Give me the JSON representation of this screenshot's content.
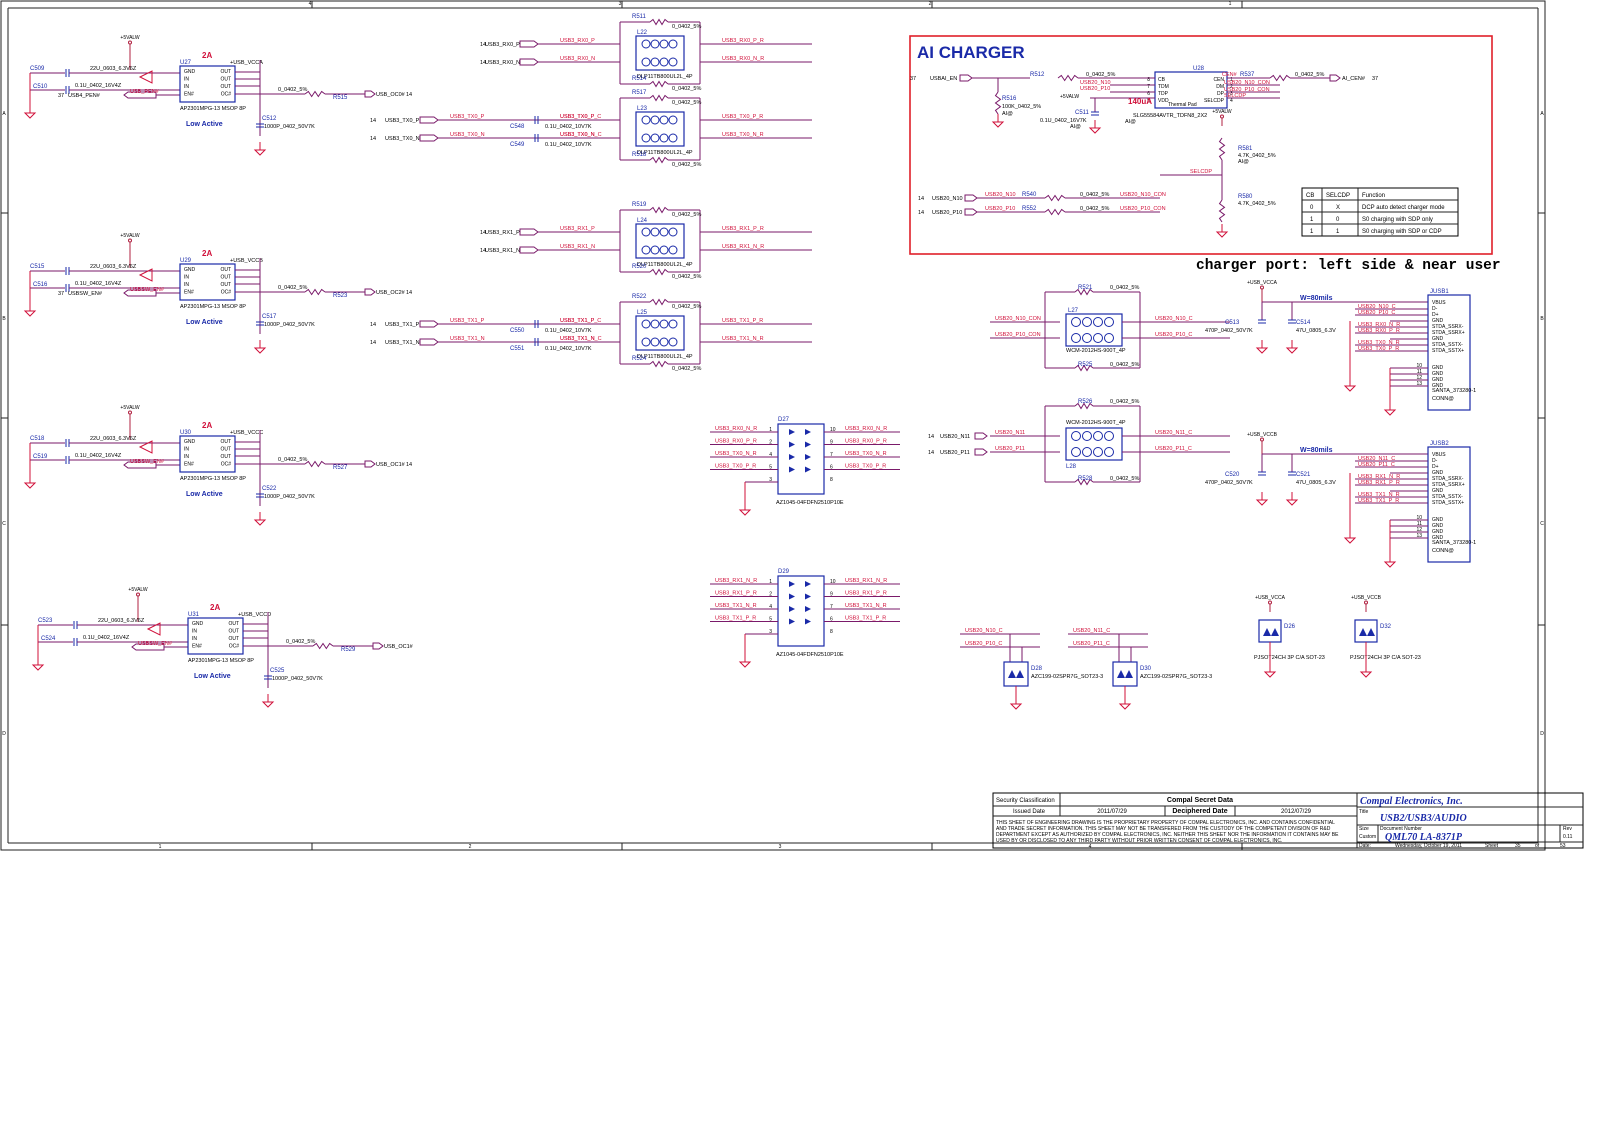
{
  "sheet": {
    "border_ticks_top": [
      "4",
      "3",
      "2",
      "1"
    ],
    "border_rows": [
      "A",
      "B",
      "C",
      "D"
    ],
    "border_cols_bottom": [
      "1",
      "2",
      "3",
      "4"
    ]
  },
  "switches": [
    {
      "ref": "U27",
      "rating": "2A",
      "part": "AP2301MPG-13 MSOP 8P",
      "mode": "Low Active",
      "supply": "+5VALW",
      "out": "+USB_VCCA",
      "cap_in": "C509",
      "cap_in_val": "22U_0603_6.3V6Z",
      "cap_in2": "C510",
      "cap_in2_val": "0.1U_0402_16V4Z",
      "en_net": "USB_PEN#",
      "en_net2": "USB4_PEN#",
      "en_sheet": "37",
      "pins": [
        "GND",
        "IN",
        "IN",
        "EN#",
        "OUT",
        "OUT",
        "OUT",
        "OC#"
      ],
      "res": "R515",
      "res_val": "0_0402_5%",
      "oc_net": "USB_OC0#",
      "oc_sheet": "14",
      "cap_out": "C512",
      "cap_out_val": "1000P_0402_50V7K"
    },
    {
      "ref": "U29",
      "rating": "2A",
      "part": "AP2301MPG-13 MSOP 8P",
      "mode": "Low Active",
      "supply": "+5VALW",
      "out": "+USB_VCCB",
      "cap_in": "C515",
      "cap_in_val": "22U_0603_6.3V6Z",
      "cap_in2": "C516",
      "cap_in2_val": "0.1U_0402_16V4Z",
      "en_net": "USBSW_EN#",
      "en_net2": "USBSW_EN#",
      "en_sheet": "37",
      "pins": [
        "GND",
        "IN",
        "IN",
        "EN#",
        "OUT",
        "OUT",
        "OUT",
        "OC#"
      ],
      "res": "R523",
      "res_val": "0_0402_5%",
      "oc_net": "USB_OC2#",
      "oc_sheet": "14",
      "cap_out": "C517",
      "cap_out_val": "1000P_0402_50V7K"
    },
    {
      "ref": "U30",
      "rating": "2A",
      "part": "AP2301MPG-13 MSOP 8P",
      "mode": "Low Active",
      "supply": "+5VALW",
      "out": "+USB_VCCC",
      "cap_in": "C518",
      "cap_in_val": "22U_0603_6.3V6Z",
      "cap_in2": "C519",
      "cap_in2_val": "0.1U_0402_16V4Z",
      "en_net": "USBSW_EN#",
      "en_net2": "",
      "en_sheet": "",
      "pins": [
        "GND",
        "IN",
        "IN",
        "EN#",
        "OUT",
        "OUT",
        "OUT",
        "OC#"
      ],
      "res": "R527",
      "res_val": "0_0402_5%",
      "oc_net": "USB_OC1#",
      "oc_sheet": "14",
      "cap_out": "C522",
      "cap_out_val": "1000P_0402_50V7K"
    },
    {
      "ref": "U31",
      "rating": "2A",
      "part": "AP2301MPG-13 MSOP 8P",
      "mode": "Low Active",
      "supply": "+5VALW",
      "out": "+USB_VCCD",
      "cap_in": "C523",
      "cap_in_val": "22U_0603_6.3V6Z",
      "cap_in2": "C524",
      "cap_in2_val": "0.1U_0402_16V4Z",
      "en_net": "USBSW_EN#",
      "en_net2": "",
      "en_sheet": "",
      "pins": [
        "GND",
        "IN",
        "IN",
        "EN#",
        "OUT",
        "OUT",
        "OUT",
        "OC#"
      ],
      "res": "R529",
      "res_val": "0_0402_5%",
      "oc_net": "USB_OC1#",
      "oc_sheet": "",
      "cap_out": "C525",
      "cap_out_val": "1000P_0402_50V7K"
    }
  ],
  "chokes": [
    {
      "ref": "L22",
      "part": "DLP11TB800UL2L_4P",
      "r_top": "R511",
      "r_top_val": "0_0402_5%",
      "r_bot": "R514",
      "r_bot_val": "0_0402_5%",
      "in_p_sheet": "14",
      "in_p": "USB3_RX0_P",
      "in_p_local": "USB3_RX0_P",
      "in_n": "USB3_RX0_N",
      "in_n_local": "USB3_RX0_N",
      "out_p": "USB3_RX0_P_R",
      "out_n": "USB3_RX0_N_R",
      "caps": []
    },
    {
      "ref": "L23",
      "part": "DLP11TB800UL2L_4P",
      "r_top": "R517",
      "r_top_val": "0_0402_5%",
      "r_bot": "R518",
      "r_bot_val": "0_0402_5%",
      "in_p_sheet": "14",
      "in_p": "USB3_TX0_P",
      "in_p_local": "USB3_TX0_P",
      "in_n": "USB3_TX0_N",
      "in_n_local": "USB3_TX0_N",
      "out_p": "USB3_TX0_P_R",
      "out_n": "USB3_TX0_N_R",
      "caps": [
        {
          "ref": "C548",
          "val": "0.1U_0402_10V7K",
          "net": "USB3_TX0_P_C"
        },
        {
          "ref": "C549",
          "val": "0.1U_0402_10V7K",
          "net": "USB3_TX0_N_C"
        }
      ]
    },
    {
      "ref": "L24",
      "part": "DLP11TB800UL2L_4P",
      "r_top": "R519",
      "r_top_val": "0_0402_5%",
      "r_bot": "R520",
      "r_bot_val": "0_0402_5%",
      "in_p_sheet": "14",
      "in_p": "USB3_RX1_P",
      "in_p_local": "USB3_RX1_P",
      "in_n": "USB3_RX1_N",
      "in_n_local": "USB3_RX1_N",
      "out_p": "USB3_RX1_P_R",
      "out_n": "USB3_RX1_N_R",
      "caps": []
    },
    {
      "ref": "L25",
      "part": "DLP11TB800UL2L_4P",
      "r_top": "R522",
      "r_top_val": "0_0402_5%",
      "r_bot": "R524",
      "r_bot_val": "0_0402_5%",
      "in_p_sheet": "14",
      "in_p": "USB3_TX1_P",
      "in_p_local": "USB3_TX1_P",
      "in_n": "USB3_TX1_N",
      "in_n_local": "USB3_TX1_N",
      "out_p": "USB3_TX1_P_R",
      "out_n": "USB3_TX1_N_R",
      "caps": [
        {
          "ref": "C550",
          "val": "0.1U_0402_10V7K",
          "net": "USB3_TX1_P_C"
        },
        {
          "ref": "C551",
          "val": "0.1U_0402_10V7K",
          "net": "USB3_TX1_N_C"
        }
      ]
    }
  ],
  "esd_arrays": [
    {
      "ref": "D27",
      "part": "AZ1045-04FDFN2510P10E",
      "left": [
        "USB3_RX0_N_R",
        "USB3_RX0_P_R",
        "USB3_TX0_N_R",
        "USB3_TX0_P_R"
      ],
      "right": [
        "USB3_RX0_N_R",
        "USB3_RX0_P_R",
        "USB3_TX0_N_R",
        "USB3_TX0_P_R"
      ],
      "pins_left": [
        "1",
        "2",
        "4",
        "5",
        "3"
      ],
      "pins_right": [
        "10",
        "9",
        "7",
        "6",
        "8"
      ]
    },
    {
      "ref": "D29",
      "part": "AZ1045-04FDFN2510P10E",
      "left": [
        "USB3_RX1_N_R",
        "USB3_RX1_P_R",
        "USB3_TX1_N_R",
        "USB3_TX1_P_R"
      ],
      "right": [
        "USB3_RX1_N_R",
        "USB3_RX1_P_R",
        "USB3_TX1_N_R",
        "USB3_TX1_P_R"
      ],
      "pins_left": [
        "1",
        "2",
        "4",
        "5",
        "3"
      ],
      "pins_right": [
        "10",
        "9",
        "7",
        "6",
        "8"
      ]
    }
  ],
  "charger": {
    "title": "AI CHARGER",
    "ic_ref": "U28",
    "ic_part": "SLG55584AVTR_TDFN8_2X2",
    "ic_pins_left": [
      "CB",
      "TDM",
      "TDP",
      "VDD"
    ],
    "ic_pins_right": [
      "CEN",
      "DM",
      "DP",
      "SELCDP"
    ],
    "ic_thermal": "Thermal Pad",
    "ic_pin_nums_left": [
      "8",
      "7",
      "6",
      "5"
    ],
    "ic_pin_nums_right": [
      "1",
      "2",
      "3",
      "4"
    ],
    "en_sheet": "37",
    "en_net": "USBAI_EN",
    "r_en": "R512",
    "r_en_val": "0_0402_5%",
    "r_pd": "R516",
    "r_pd_val": "100K_0402_5%",
    "vdd": "+5VALW",
    "vdd_cap": "C511",
    "vdd_cap_val": "0.1U_0402_16V7K",
    "current_note": "140uA",
    "tdm_net": "USB20_N10",
    "tdp_net": "USB20_P10",
    "cen_net": "CEN#",
    "r_cen": "R537",
    "r_cen_val": "0_0402_5%",
    "cen_out": "AI_CEN#",
    "cen_sheet": "37",
    "dm_net": "USB20_N10_CON",
    "dp_net": "USB20_P10_CON",
    "selcdp_net": "SELCDP",
    "pu": "+5VALW",
    "r_pu": "R581",
    "r_pu_val": "4.7K_0402_5%",
    "r_pd2": "R580",
    "r_pd2_val": "4.7K_0402_5%",
    "r540": "R540",
    "r540_val": "0_0402_5%",
    "r552": "R552",
    "r552_val": "0_0402_5%",
    "in_n_sheet": "14",
    "in_n": "USB20_N10",
    "in_p_sheet": "14",
    "in_p": "USB20_P10",
    "in_n_local": "USB20_N10",
    "in_p_local": "USB20_P10",
    "out_n": "USB20_N10_CON",
    "out_p": "USB20_P10_CON",
    "ai_tag": "AI@",
    "table_head": [
      "CB",
      "SELCDP",
      "Function"
    ],
    "table_rows": [
      [
        "0",
        "X",
        "DCP auto detect charger mode"
      ],
      [
        "1",
        "0",
        "S0 charging with SDP only"
      ],
      [
        "1",
        "1",
        "S0 charging with SDP or CDP"
      ]
    ],
    "note": "charger port: left side & near user"
  },
  "cm_chokes": [
    {
      "ref": "L27",
      "part": "WCM-2012HS-900T_4P",
      "r_top": "R521",
      "r_top_val": "0_0402_5%",
      "r_bot": "R525",
      "r_bot_val": "0_0402_5%",
      "in_n": "USB20_N10_CON",
      "in_p": "USB20_P10_CON",
      "out_n": "USB20_N10_C",
      "out_p": "USB20_P10_C",
      "sheet": ""
    },
    {
      "ref": "L28",
      "part": "WCM-2012HS-900T_4P",
      "r_top": "R526",
      "r_top_val": "0_0402_5%",
      "r_bot": "R528",
      "r_bot_val": "0_0402_5%",
      "in_n": "USB20_N11",
      "in_p": "USB20_P11",
      "out_n": "USB20_N11_C",
      "out_p": "USB20_P11_C",
      "sheet": "14"
    }
  ],
  "connectors": [
    {
      "ref": "JUSB1",
      "part": "SANTA_373280-1",
      "tag": "CONN@",
      "supply": "+USB_VCCA",
      "width_note": "W=80mils",
      "c1": "C513",
      "c1_val": "470P_0402_50V7K",
      "c2": "C514",
      "c2_val": "47U_0805_6.3V",
      "nets": [
        "USB20_N10_C",
        "USB20_P10_C",
        "USB3_RX0_N_R",
        "USB3_RX0_P_R",
        "USB3_TX0_N_R",
        "USB3_TX0_P_R"
      ],
      "pins": [
        "VBUS",
        "D-",
        "D+",
        "GND",
        "STDA_SSRX-",
        "STDA_SSRX+",
        "GND",
        "STDA_SSTX-",
        "STDA_SSTX+"
      ],
      "gnd_pins": [
        "10",
        "11",
        "12",
        "13"
      ]
    },
    {
      "ref": "JUSB2",
      "part": "SANTA_373280-1",
      "tag": "CONN@",
      "supply": "+USB_VCCB",
      "width_note": "W=80mils",
      "c1": "C520",
      "c1_val": "470P_0402_50V7K",
      "c2": "C521",
      "c2_val": "47U_0805_6.3V",
      "nets": [
        "USB20_N11_C",
        "USB20_P11_C",
        "USB3_RX1_N_R",
        "USB3_RX1_P_R",
        "USB3_TX1_N_R",
        "USB3_TX1_P_R"
      ],
      "pins": [
        "VBUS",
        "D-",
        "D+",
        "GND",
        "STDA_SSRX-",
        "STDA_SSRX+",
        "GND",
        "STDA_SSTX-",
        "STDA_SSTX+"
      ],
      "gnd_pins": [
        "10",
        "11",
        "12",
        "13"
      ]
    }
  ],
  "tvs": [
    {
      "ref": "D28",
      "part": "AZC199-02SPR7G_SOT23-3",
      "nets": [
        "USB20_N10_C",
        "USB20_P10_C"
      ]
    },
    {
      "ref": "D30",
      "part": "AZC199-02SPR7G_SOT23-3",
      "nets": [
        "USB20_N11_C",
        "USB20_P11_C"
      ]
    },
    {
      "ref": "D26",
      "part": "PJSOT24CH 3P C/A SOT-23",
      "supply": "+USB_VCCA"
    },
    {
      "ref": "D32",
      "part": "PJSOT24CH 3P C/A SOT-23",
      "supply": "+USB_VCCB"
    }
  ],
  "title_block": {
    "security_label": "Security Classification",
    "security_val": "Compal Secret Data",
    "issued_label": "Issued Date",
    "issued_val": "2011/07/29",
    "deciphered_label": "Deciphered Date",
    "deciphered_val": "2012/07/29",
    "company": "Compal Electronics, Inc.",
    "title_label": "Title",
    "title_val": "USB2/USB3/AUDIO",
    "size_label": "Size",
    "size_val": "Custom",
    "docnum_label": "Document Number",
    "docnum_val": "QML70 LA-8371P",
    "rev_label": "Rev",
    "rev_val": "0.11",
    "date_label": "Date:",
    "date_val": "Wednesday, October 19, 2011",
    "sheet_label": "Sheet",
    "sheet_num": "35",
    "of_label": "of",
    "sheet_total": "53",
    "disclaimer": "THIS SHEET OF ENGINEERING DRAWING IS THE PROPRIETARY PROPERTY OF COMPAL ELECTRONICS, INC. AND CONTAINS CONFIDENTIAL AND TRADE SECRET INFORMATION. THIS SHEET MAY NOT BE TRANSFERED FROM THE CUSTODY OF THE COMPETENT DIVISION OF R&D DEPARTMENT EXCEPT AS AUTHORIZED BY COMPAL ELECTRONICS, INC. NEITHER THIS SHEET NOR THE INFORMATION IT CONTAINS MAY BE USED BY OR DISCLOSED TO ANY THIRD PARTY WITHOUT PRIOR WRITTEN CONSENT OF COMPAL ELECTRONICS, INC."
  }
}
